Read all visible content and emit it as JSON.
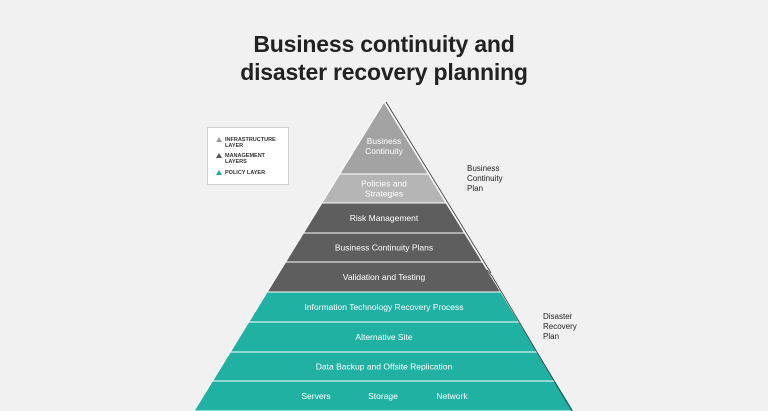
{
  "title": {
    "line1": "Business continuity and",
    "line2": "disaster recovery planning"
  },
  "legend": {
    "items": [
      {
        "line1": "INFRASTRUCTURE",
        "line2": "LAYER",
        "color": "#9e9e9e"
      },
      {
        "line1": "MANAGEMENT",
        "line2": "LAYERS",
        "color": "#555555"
      },
      {
        "line1": "POLICY LAYER",
        "line2": "",
        "color": "#1fada0"
      }
    ]
  },
  "colors": {
    "light_gray": "#a3a3a3",
    "mid_gray": "#b5b5b5",
    "dark_gray": "#5e5e5e",
    "teal": "#21b1a3",
    "divider": "#ffffff"
  },
  "layers": [
    {
      "lines": [
        "Business",
        "Continuity"
      ],
      "color": "light_gray"
    },
    {
      "lines": [
        "Policies and",
        "Strategies"
      ],
      "color": "mid_gray"
    },
    {
      "lines": [
        "Risk Management"
      ],
      "color": "dark_gray"
    },
    {
      "lines": [
        "Business Continuity Plans"
      ],
      "color": "dark_gray"
    },
    {
      "lines": [
        "Validation and Testing"
      ],
      "color": "dark_gray"
    },
    {
      "lines": [
        "Information Technology Recovery Process"
      ],
      "color": "teal"
    },
    {
      "lines": [
        "Alternative Site"
      ],
      "color": "teal"
    },
    {
      "lines": [
        "Data Backup and Offsite Replication"
      ],
      "color": "teal"
    },
    {
      "lines": [
        "Servers",
        "Storage",
        "Network"
      ],
      "color": "teal",
      "inline": true
    }
  ],
  "brackets": {
    "bcp": {
      "line1": "Business",
      "line2": "Continuity",
      "line3": "Plan"
    },
    "drp": {
      "line1": "Disaster",
      "line2": "Recovery",
      "line3": "Plan"
    }
  }
}
